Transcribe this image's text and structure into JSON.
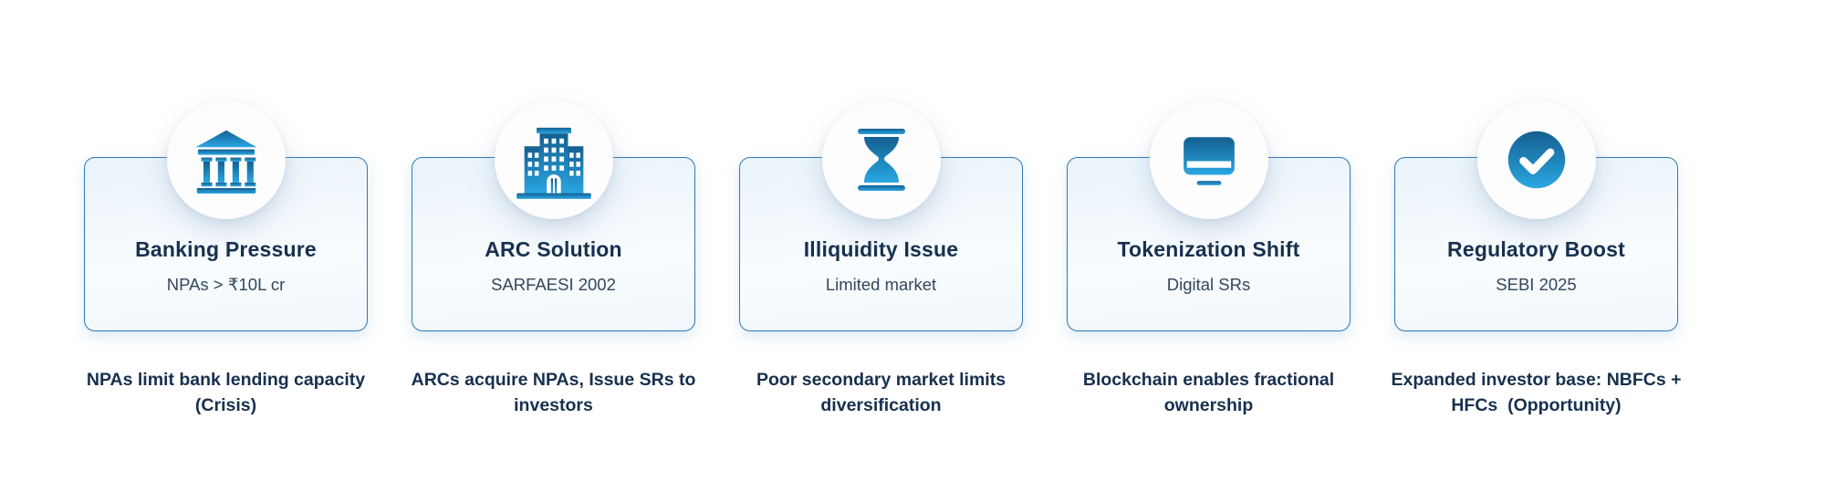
{
  "page": {
    "background": "#ffffff",
    "kind": "five-step infographic strip"
  },
  "colors": {
    "accent_border": "#2e79b7",
    "icon_gradient_start": "#145f90",
    "icon_gradient_end": "#2aa7e2",
    "title_navy": "#17304e",
    "subtitle_gray_navy": "#32475c",
    "card_bg_start": "#e9f3fa",
    "card_bg_end": "#f1f7fc",
    "badge_bg": "#fdfdfe"
  },
  "cards": [
    {
      "icon": "bank-icon",
      "title": "Banking Pressure",
      "subtitle": "NPAs > ₹10L cr",
      "description": "NPAs limit bank lending capacity (Crisis)"
    },
    {
      "icon": "building-icon",
      "title": "ARC Solution",
      "subtitle": "SARFAESI 2002",
      "description": "ARCs acquire NPAs, Issue SRs to investors"
    },
    {
      "icon": "hourglass-icon",
      "title": "Illiquidity Issue",
      "subtitle": "Limited market",
      "description": "Poor secondary market limits diversification"
    },
    {
      "icon": "card-icon",
      "title": "Tokenization Shift",
      "subtitle": "Digital SRs",
      "description": "Blockchain enables fractional ownership"
    },
    {
      "icon": "checkmark-icon",
      "title": "Regulatory Boost",
      "subtitle": "SEBI 2025",
      "description": "Expanded investor base: NBFCs + HFCs  (Opportunity)"
    }
  ]
}
